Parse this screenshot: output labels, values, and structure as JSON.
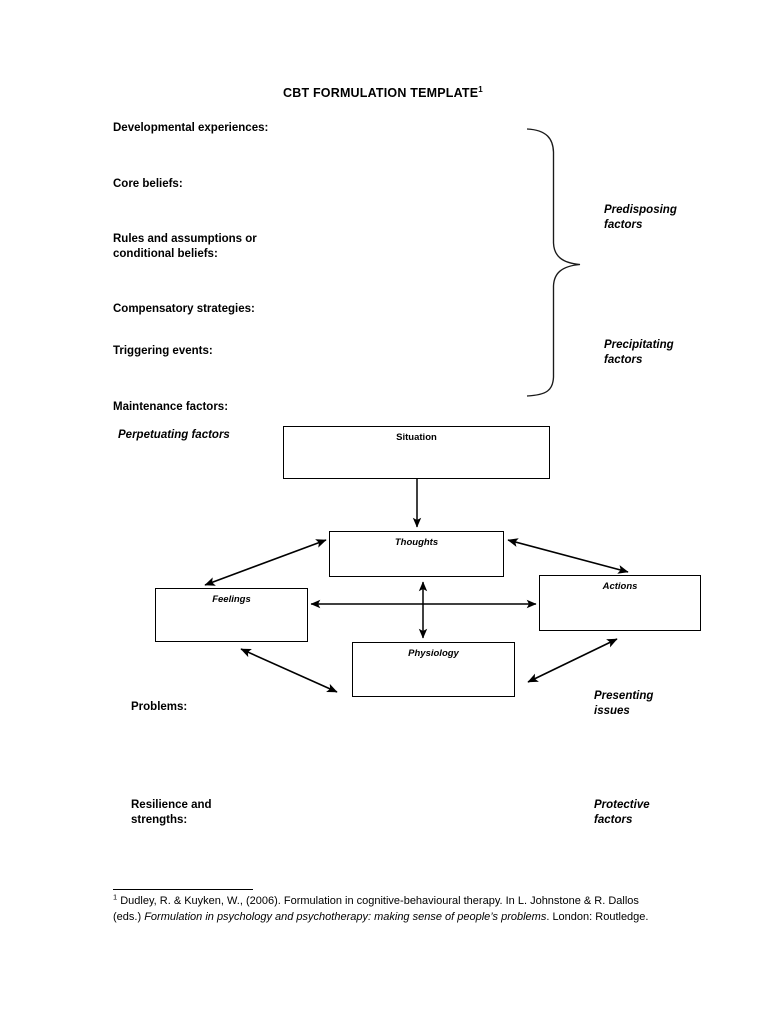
{
  "document": {
    "title": "CBT FORMULATION TEMPLATE",
    "title_footnote_marker": "1"
  },
  "left_labels": [
    {
      "id": "developmental-experiences",
      "text": "Developmental experiences:"
    },
    {
      "id": "core-beliefs",
      "text": "Core beliefs:"
    },
    {
      "id": "rules-and-assumptions",
      "text": "Rules and assumptions or\nconditional beliefs:"
    },
    {
      "id": "compensatory-strategies",
      "text": "Compensatory strategies:"
    },
    {
      "id": "triggering-events",
      "text": "Triggering events:"
    },
    {
      "id": "maintenance-factors",
      "text": "Maintenance factors:"
    },
    {
      "id": "problems",
      "text": "Problems:"
    },
    {
      "id": "resilience-and-strengths",
      "text": "Resilience and\nstrengths:"
    }
  ],
  "right_labels": [
    {
      "id": "predisposing-factors",
      "text": "Predisposing\nfactors"
    },
    {
      "id": "precipitating-factors",
      "text": "Precipitating\nfactors"
    },
    {
      "id": "presenting-issues",
      "text": "Presenting\nissues"
    },
    {
      "id": "protective-factors",
      "text": "Protective\nfactors"
    }
  ],
  "inline_labels": [
    {
      "id": "perpetuating-factors",
      "text": "Perpetuating factors"
    }
  ],
  "diagram": {
    "boxes": [
      {
        "id": "situation",
        "label": "Situation"
      },
      {
        "id": "thoughts",
        "label": "Thoughts"
      },
      {
        "id": "feelings",
        "label": "Feelings"
      },
      {
        "id": "actions",
        "label": "Actions"
      },
      {
        "id": "physiology",
        "label": "Physiology"
      }
    ]
  },
  "footnote": {
    "marker": "1",
    "part1": " Dudley, R. & Kuyken, W., (2006). Formulation in cognitive-behavioural therapy. In L. Johnstone & R. Dallos (eds.) ",
    "italic_title": "Formulation in psychology and psychotherapy: making sense of people’s problems",
    "part2": ". London: Routledge."
  },
  "colors": {
    "ink": "#000000",
    "page": "#ffffff"
  }
}
